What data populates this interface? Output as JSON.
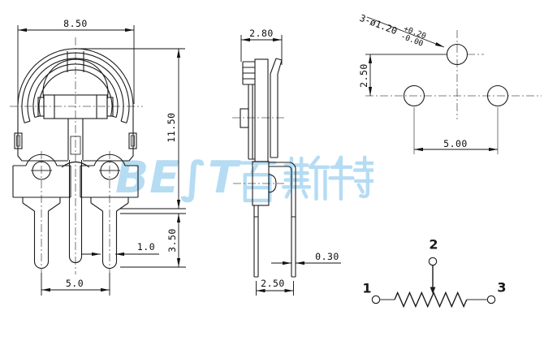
{
  "watermark": {
    "brand": "BEST",
    "brand_b": "BE",
    "brand_s": "∫",
    "brand_t": "T",
    "chinese": "百斯特",
    "color": "#b5dcf3"
  },
  "front_view": {
    "dim_body_width": "8.50",
    "dim_body_height": "11.50",
    "dim_lead_width": "1.0",
    "dim_lead_length": "3.50",
    "dim_lead_span": "5.0"
  },
  "side_view": {
    "dim_body_depth": "2.80",
    "dim_lead_thickness": "0.30",
    "dim_lead_gap": "2.50"
  },
  "hole_layout": {
    "hole_callout": "3-ø1.20",
    "tolerance_upper": "+0.20",
    "tolerance_lower": "-0.00",
    "dim_row_offset": "2.50",
    "dim_hole_pitch": "5.00"
  },
  "schematic": {
    "terminal_left": "1",
    "terminal_wiper": "2",
    "terminal_right": "3"
  }
}
